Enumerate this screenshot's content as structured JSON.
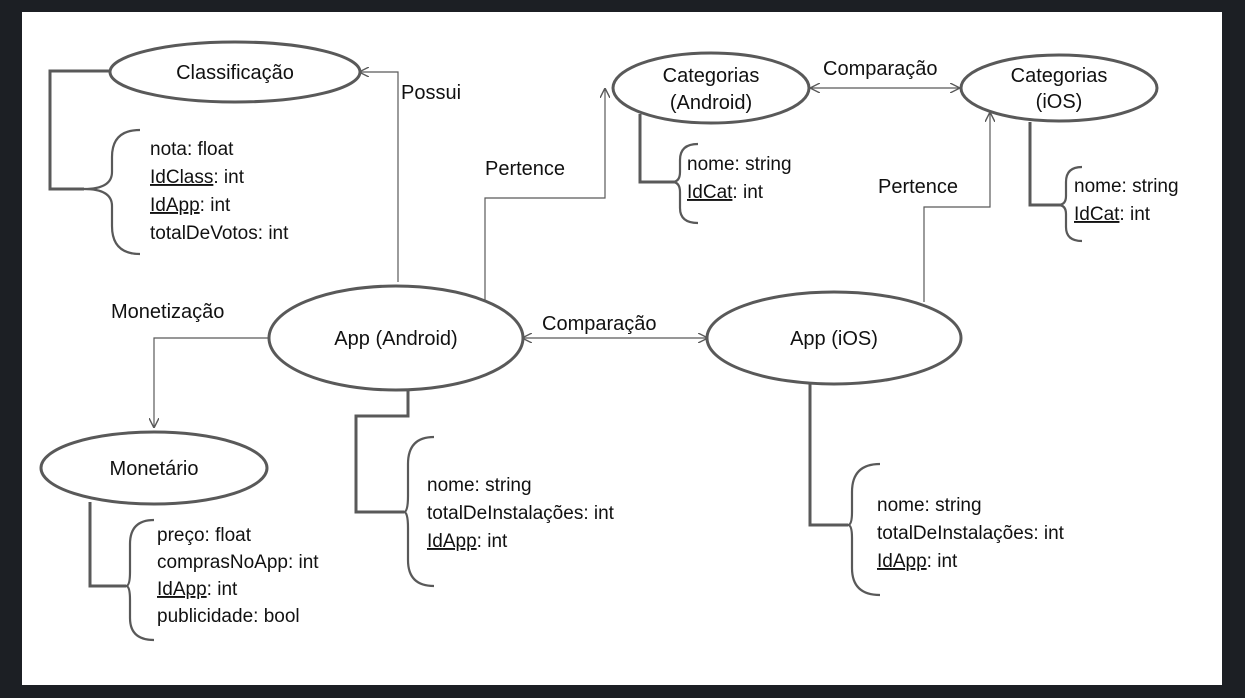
{
  "entities": {
    "classificacao": {
      "name": "Classificação"
    },
    "categorias_android": {
      "name_line1": "Categorias",
      "name_line2": "(Android)"
    },
    "categorias_ios": {
      "name_line1": "Categorias",
      "name_line2": "(iOS)"
    },
    "app_android": {
      "name": "App (Android)"
    },
    "app_ios": {
      "name": "App (iOS)"
    },
    "monetario": {
      "name": "Monetário"
    }
  },
  "attributes": {
    "classificacao": [
      {
        "name": "nota",
        "type": "float",
        "key": false
      },
      {
        "name": "IdClass",
        "type": "int",
        "key": true
      },
      {
        "name": "IdApp",
        "type": "int",
        "key": true
      },
      {
        "name": "totalDeVotos",
        "type": "int",
        "key": false
      }
    ],
    "categorias_android": [
      {
        "name": "nome",
        "type": "string",
        "key": false
      },
      {
        "name": "IdCat",
        "type": "int",
        "key": true
      }
    ],
    "categorias_ios": [
      {
        "name": "nome",
        "type": "string",
        "key": false
      },
      {
        "name": "IdCat",
        "type": "int",
        "key": true
      }
    ],
    "app_android": [
      {
        "name": "nome",
        "type": "string",
        "key": false
      },
      {
        "name": "totalDeInstalações",
        "type": "int",
        "key": false
      },
      {
        "name": "IdApp",
        "type": "int",
        "key": true
      }
    ],
    "app_ios": [
      {
        "name": "nome",
        "type": "string",
        "key": false
      },
      {
        "name": "totalDeInstalações",
        "type": "int",
        "key": false
      },
      {
        "name": "IdApp",
        "type": "int",
        "key": true
      }
    ],
    "monetario": [
      {
        "name": "preço",
        "type": "float",
        "key": false
      },
      {
        "name": "comprasNoApp",
        "type": "int",
        "key": false
      },
      {
        "name": "IdApp",
        "type": "int",
        "key": true
      },
      {
        "name": "publicidade",
        "type": "bool",
        "key": false
      }
    ]
  },
  "relationships": {
    "possui": "Possui",
    "pertence_android": "Pertence",
    "pertence_ios": "Pertence",
    "comparacao_categorias": "Comparação",
    "comparacao_apps": "Comparação",
    "monetizacao": "Monetização"
  },
  "colors": {
    "background": "#1c1f24",
    "canvas": "#ffffff",
    "stroke": "#595959",
    "text": "#111111"
  }
}
